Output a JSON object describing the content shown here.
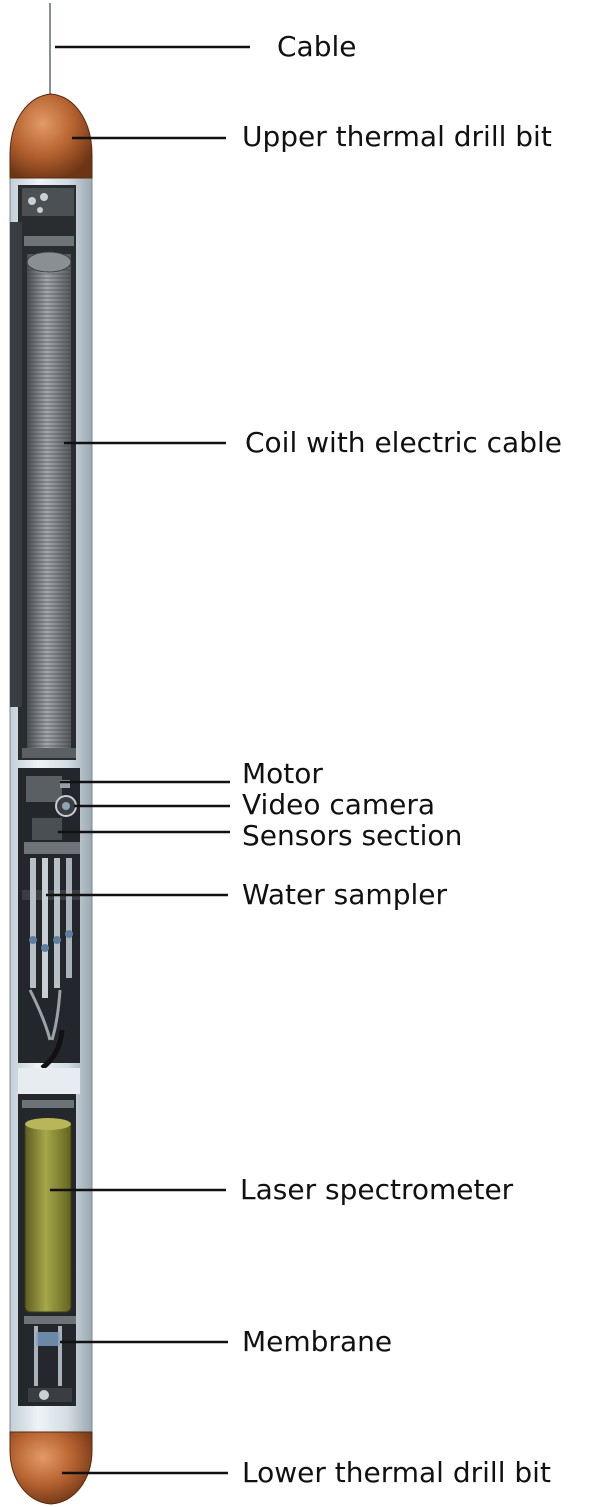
{
  "labels": {
    "cable": "Cable",
    "upper_bit": "Upper thermal drill bit",
    "coil": "Coil with electric cable",
    "motor": "Motor",
    "camera": "Video camera",
    "sensors": "Sensors section",
    "water_sampler": "Water sampler",
    "spectrometer": "Laser spectrometer",
    "membrane": "Membrane",
    "lower_bit": "Lower thermal drill bit"
  },
  "colors": {
    "copper": "#b4612f",
    "body": "#dbe4e9",
    "interior": "#2a2d30",
    "coil": "#7e8286",
    "spectrometer": "#8a8a3a",
    "label_text": "#111111"
  }
}
